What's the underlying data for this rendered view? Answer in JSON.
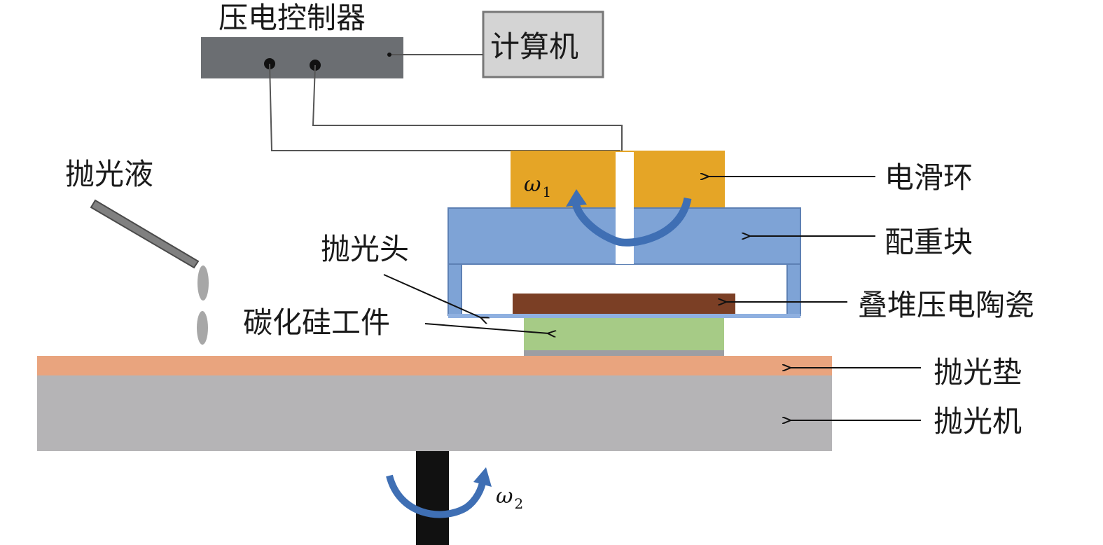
{
  "labels": {
    "piezo_controller": "压电控制器",
    "computer": "计算机",
    "polishing_fluid": "抛光液",
    "slip_ring": "电滑环",
    "counterweight": "配重块",
    "polishing_head": "抛光头",
    "stacked_piezo": "叠堆压电陶瓷",
    "sic_workpiece": "碳化硅工件",
    "polishing_pad": "抛光垫",
    "polishing_machine": "抛光机"
  },
  "omega1": {
    "symbol": "ω",
    "sub": "1"
  },
  "omega2": {
    "symbol": "ω",
    "sub": "2"
  },
  "colors": {
    "controller": "#6b6e72",
    "computer": "#d4d4d4",
    "slip_ring": "#e5a526",
    "counterweight": "#7ea3d6",
    "piezo": "#7b3f25",
    "workpiece": "#a6cb86",
    "pad": "#e9a47e",
    "machine": "#b5b4b6",
    "arrow_blue": "#3f6fb4",
    "shaft": "#111111"
  }
}
